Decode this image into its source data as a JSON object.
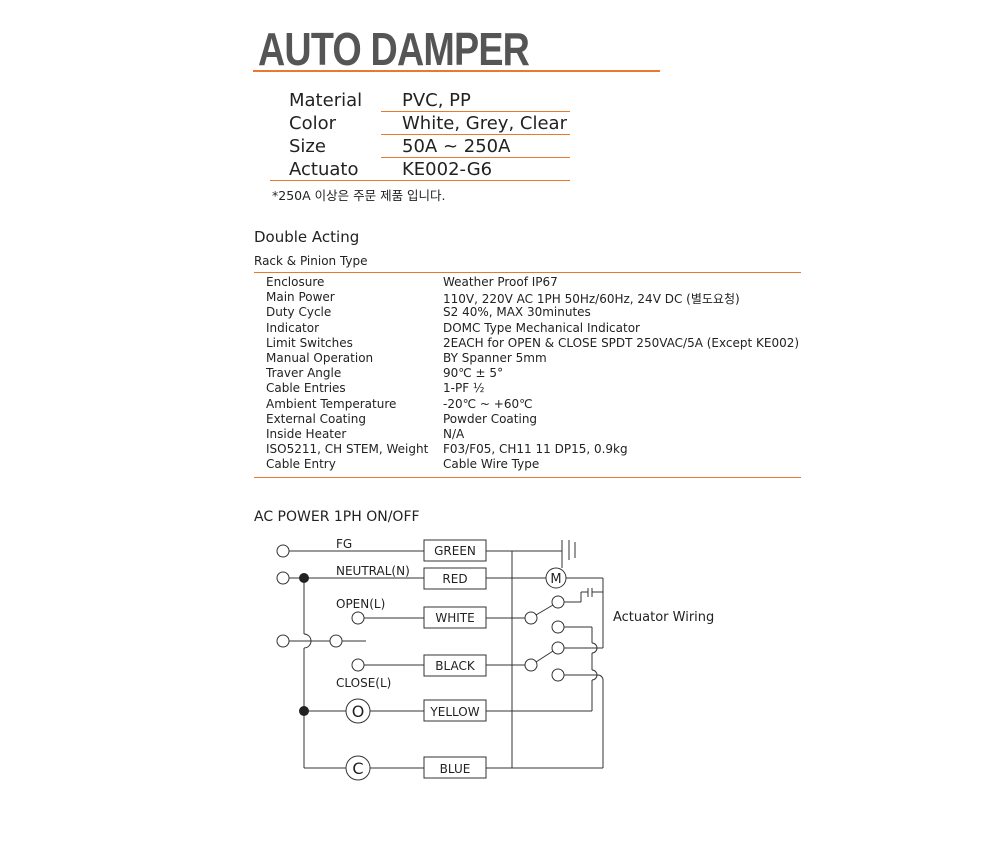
{
  "title": "AUTO DAMPER",
  "specs": [
    {
      "label": "Material",
      "value": "PVC, PP"
    },
    {
      "label": "Color",
      "value": "White, Grey, Clear"
    },
    {
      "label": "Size",
      "value": "50A ~ 250A"
    },
    {
      "label": "Actuato",
      "value": "KE002-G6"
    }
  ],
  "note": "*250A 이상은 주문 제품 입니다.",
  "actuator": {
    "heading": "Double Acting",
    "subheading": "Rack & Pinion Type",
    "rows": [
      {
        "label": "Enclosure",
        "value": "Weather Proof IP67"
      },
      {
        "label": "Main Power",
        "value": "110V, 220V AC 1PH 50Hz/60Hz, 24V DC (별도요청)"
      },
      {
        "label": "Duty Cycle",
        "value": "S2 40%, MAX 30minutes"
      },
      {
        "label": "Indicator",
        "value": "DOMC Type Mechanical Indicator"
      },
      {
        "label": "Limit Switches",
        "value": "2EACH for OPEN & CLOSE SPDT 250VAC/5A (Except KE002)"
      },
      {
        "label": "Manual Operation",
        "value": "BY Spanner 5mm"
      },
      {
        "label": "Traver Angle",
        "value": "90℃ ± 5°"
      },
      {
        "label": "Cable Entries",
        "value": "1-PF ½"
      },
      {
        "label": "Ambient Temperature",
        "value": "-20℃ ~ +60℃"
      },
      {
        "label": "External Coating",
        "value": "Powder Coating"
      },
      {
        "label": "Inside Heater",
        "value": "N/A"
      },
      {
        "label": "ISO5211, CH STEM, Weight",
        "value": "F03/F05, CH11 11 DP15, 0.9kg"
      },
      {
        "label": "Cable Entry",
        "value": "Cable Wire Type"
      }
    ]
  },
  "wiring": {
    "heading": "AC POWER 1PH ON/OFF",
    "labels": {
      "fg": "FG",
      "neutral": "NEUTRAL(N)",
      "open": "OPEN(L)",
      "close": "CLOSE(L)",
      "actuator": "Actuator Wiring",
      "motor": "M",
      "open_lamp": "O",
      "close_lamp": "C"
    },
    "wires": [
      "GREEN",
      "RED",
      "WHITE",
      "BLACK",
      "YELLOW",
      "BLUE"
    ]
  },
  "colors": {
    "accent": "#e8792e",
    "title": "#555555"
  }
}
